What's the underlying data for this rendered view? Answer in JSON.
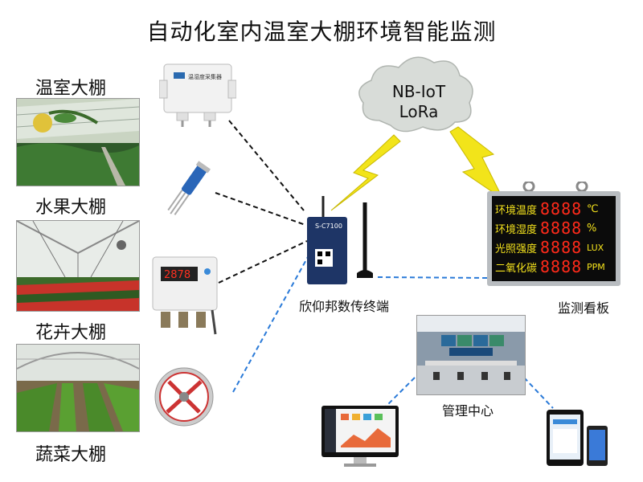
{
  "title": "自动化室内温室大棚环境智能监测",
  "cloud": {
    "line1": "NB-IoT",
    "line2": "LoRa"
  },
  "scenes": [
    {
      "label": "温室大棚"
    },
    {
      "label": "水果大棚"
    },
    {
      "label": "花卉大棚"
    },
    {
      "label": "蔬菜大棚"
    }
  ],
  "terminal_label": "欣仰邦数传终端",
  "board": {
    "label": "监测看板",
    "rows": [
      {
        "name": "环境温度",
        "unit": "℃"
      },
      {
        "name": "环境湿度",
        "unit": "%"
      },
      {
        "name": "光照强度",
        "unit": "LUX"
      },
      {
        "name": "二氧化碳",
        "unit": "PPM"
      }
    ],
    "digits": "8888"
  },
  "center_label": "管理中心",
  "devices": {
    "sensor1_text": "温湿度采集器",
    "controller_display": "2878",
    "router_model": "S-C7100"
  },
  "colors": {
    "lightning": "#f2e41a",
    "digit": "#ff2a1a",
    "board_text": "#f4e21c",
    "link_blue": "#2a7ad8"
  }
}
